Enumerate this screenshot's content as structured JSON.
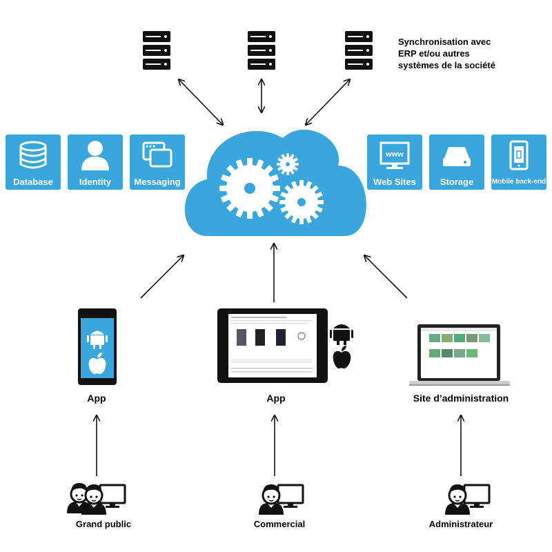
{
  "sync_note": {
    "lines": [
      "Synchronisation avec",
      "ERP et/ou autres",
      "systèmes de la société"
    ]
  },
  "left_services": [
    {
      "label": "Database",
      "icon": "database-icon"
    },
    {
      "label": "Identity",
      "icon": "user-icon"
    },
    {
      "label": "Messaging",
      "icon": "windows-icon"
    }
  ],
  "right_services": [
    {
      "label": "Web Sites",
      "icon": "www-monitor-icon"
    },
    {
      "label": "Storage",
      "icon": "hard-drive-icon"
    },
    {
      "label": "Mobile back-end",
      "icon": "mobile-phone-icon"
    }
  ],
  "devices": [
    {
      "label": "App",
      "icon": "smartphone-icon"
    },
    {
      "label": "App",
      "icon": "tablet-icon"
    },
    {
      "label": "Site d’administration",
      "icon": "laptop-icon"
    }
  ],
  "users": [
    {
      "label": "Grand public",
      "icon": "public-users-icon"
    },
    {
      "label": "Commercial",
      "icon": "commercial-user-icon"
    },
    {
      "label": "Administrateur",
      "icon": "admin-user-icon"
    }
  ],
  "colors": {
    "accent": "#3aa6de",
    "ink": "#111111"
  }
}
